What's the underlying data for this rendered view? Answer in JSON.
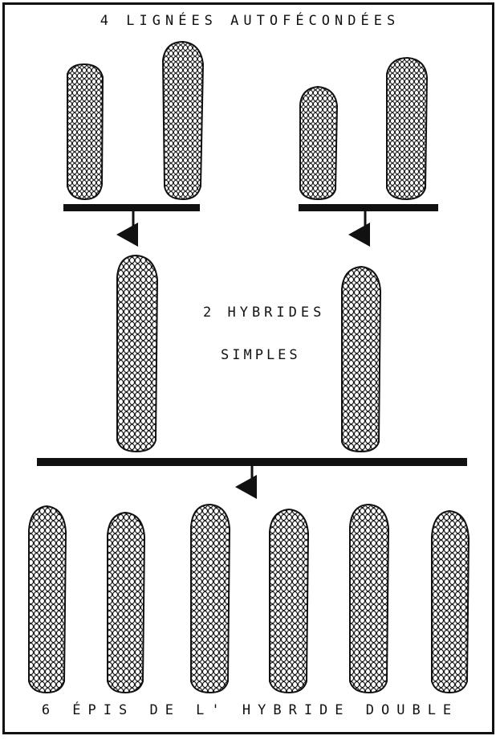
{
  "header": {
    "title": "4  LIGNÉES   AUTOFÉCONDÉES"
  },
  "middle": {
    "line1": "2   HYBRIDES",
    "line2": "SIMPLES"
  },
  "footer": {
    "caption": "6  ÉPIS  DE  L' HYBRIDE  DOUBLE"
  },
  "ears": {
    "inbred_lines": 4,
    "single_hybrids": 2,
    "double_hybrid_ears": 6
  },
  "colors": {
    "ink": "#111111",
    "paper": "#ffffff"
  }
}
